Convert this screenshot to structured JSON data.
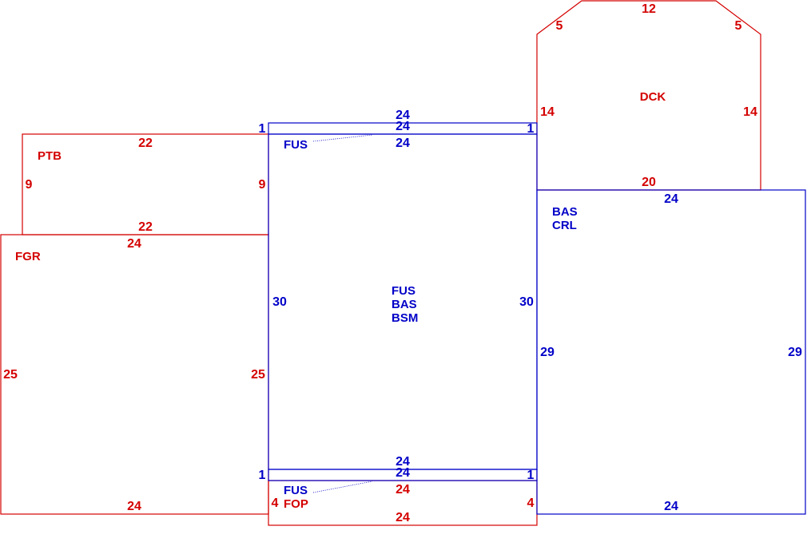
{
  "colors": {
    "red": "#d40000",
    "blue": "#0000c8"
  },
  "areas": {
    "deck": {
      "name": "DCK",
      "top": "12",
      "upper_left": "5",
      "upper_right": "5",
      "left": "14",
      "right": "14",
      "bottom": "20"
    },
    "patio": {
      "name": "PTB",
      "top": "22",
      "bottom": "22",
      "left": "9",
      "right": "9"
    },
    "garage": {
      "name": "FGR",
      "top": "24",
      "bottom": "24",
      "left": "25",
      "right": "25"
    },
    "top_strip": {
      "top": "24",
      "mid": "24",
      "left": "1",
      "right": "1"
    },
    "top_fus": {
      "name": "FUS",
      "dim": "24"
    },
    "main": {
      "names": [
        "FUS",
        "BAS",
        "BSM"
      ],
      "left": "30",
      "right": "30",
      "bottom": "24"
    },
    "east_wing": {
      "names": [
        "BAS",
        "CRL"
      ],
      "top": "24",
      "bottom": "24",
      "left": "29",
      "right": "29"
    },
    "bottom_strip": {
      "dim": "24",
      "left": "1",
      "right": "1"
    },
    "porch": {
      "names": [
        "FUS",
        "FOP"
      ],
      "top": "24",
      "bottom": "24",
      "left": "4",
      "right": "4"
    }
  }
}
